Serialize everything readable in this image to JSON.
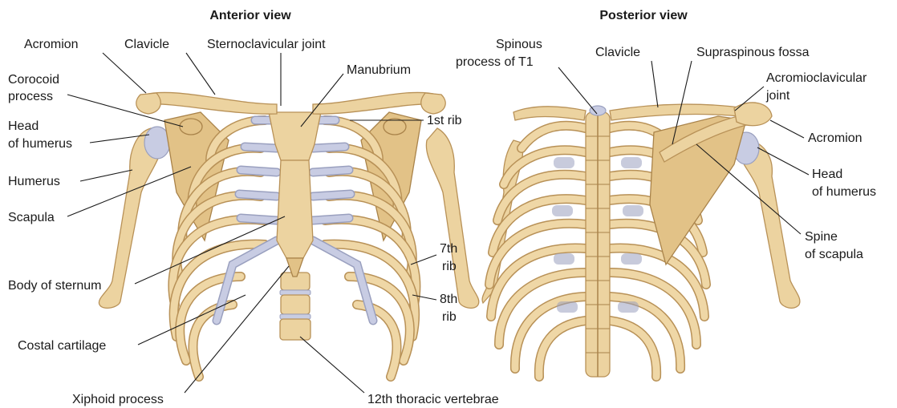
{
  "colors": {
    "bone": "#ecd3a0",
    "bone_outline": "#b89157",
    "cartilage": "#c8cce3",
    "text": "#1a1a1a"
  },
  "anterior": {
    "title": "Anterior view",
    "labels": {
      "acromion": "Acromion",
      "clavicle": "Clavicle",
      "sternoclavicular_joint": "Sternoclavicular joint",
      "manubrium": "Manubrium",
      "corocoid_process_l1": "Corocoid",
      "corocoid_process_l2": "process",
      "head_of_humerus_l1": "Head",
      "head_of_humerus_l2": "of humerus",
      "humerus": "Humerus",
      "scapula": "Scapula",
      "body_of_sternum": "Body of sternum",
      "costal_cartilage": "Costal cartilage",
      "xiphoid_process": "Xiphoid process",
      "first_rib": "1st rib",
      "seventh_rib_l1": "7th",
      "seventh_rib_l2": "rib",
      "eighth_rib_l1": "8th",
      "eighth_rib_l2": "rib",
      "twelfth_thoracic_vertebrae": "12th thoracic vertebrae"
    }
  },
  "posterior": {
    "title": "Posterior view",
    "labels": {
      "spinous_process_l1": "Spinous",
      "spinous_process_l2": "process of T1",
      "clavicle": "Clavicle",
      "supraspinous_fossa": "Supraspinous fossa",
      "acromioclavicular_joint_l1": "Acromioclavicular",
      "acromioclavicular_joint_l2": "joint",
      "acromion": "Acromion",
      "head_of_humerus_l1": "Head",
      "head_of_humerus_l2": "of humerus",
      "spine_of_scapula_l1": "Spine",
      "spine_of_scapula_l2": "of scapula"
    }
  }
}
